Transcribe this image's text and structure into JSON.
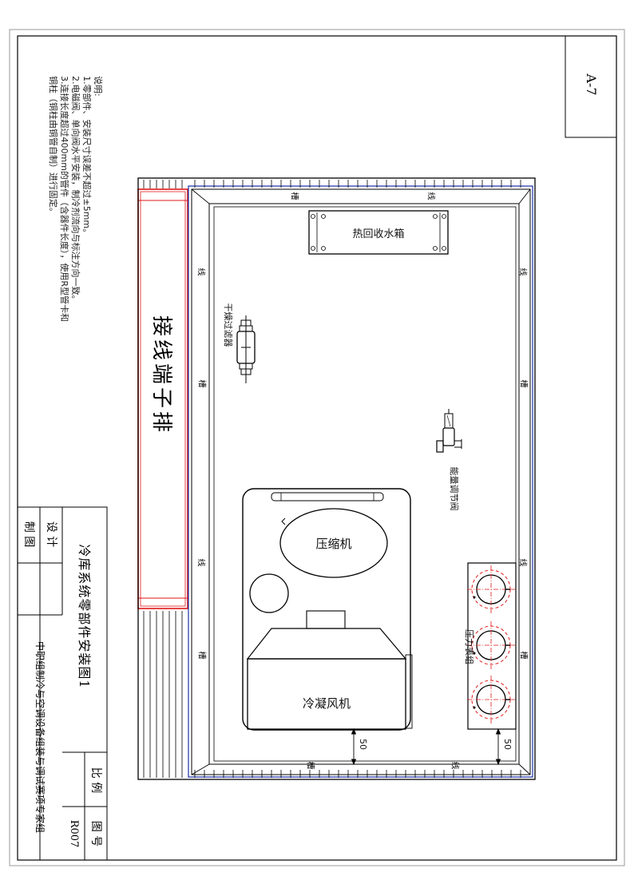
{
  "sheet_code": "A-7",
  "notes": {
    "title": "说明:",
    "lines": [
      "1.零部件、安装尺寸误差不超过±5mm。",
      "2.电磁阀、单向阀水平安装，制冷剂流向与标注方向一致。",
      "3.连接长度超过400mm的管件（含器件长度），使用R型管卡和",
      "铜柱（铜柱由铜管自制）进行固定。"
    ]
  },
  "terminal_block": "接线端子排",
  "trunking": {
    "cao": "槽",
    "xian": "线"
  },
  "components": {
    "heat_recovery_tank": "热回收水箱",
    "dryer_filter": "干燥过滤器",
    "energy_valve": "能量调节阀",
    "compressor": "压缩机",
    "condenser_fan": "冷凝风机",
    "gauge_group": "压力表组"
  },
  "dimensions": {
    "left": "50",
    "right": "50"
  },
  "title_block": {
    "drawing_title": "冷库系统零部件安装图1",
    "designer_label": "设 计",
    "drafter_label": "制 图",
    "scale_label": "比 例",
    "drawing_no_label": "图 号",
    "drawing_no": "R007",
    "organization": "中职组制冷与空调设备组装与调试赛项专家组"
  }
}
